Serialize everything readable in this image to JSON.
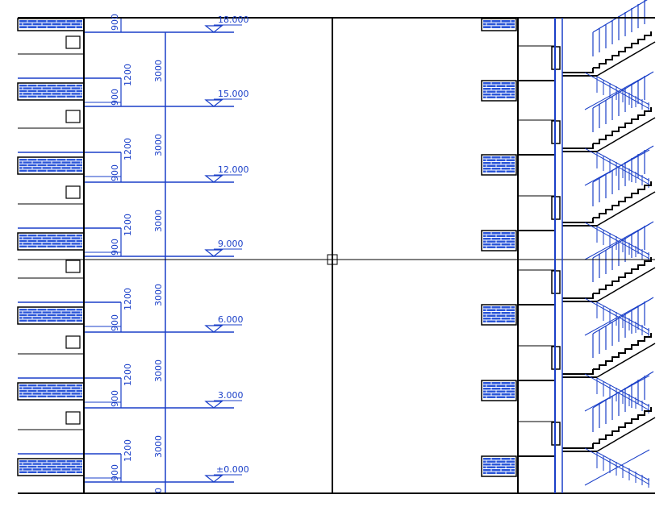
{
  "drawing": {
    "elevations": [
      "18.000",
      "15.000",
      "12.000",
      "9.000",
      "6.000",
      "3.000",
      "±0.000"
    ],
    "storey_height_label": "3000",
    "sill_height_label": "900",
    "window_height_label": "1200",
    "base_label": "0"
  },
  "colors": {
    "blue": "#1a3fc8",
    "black": "#000000",
    "brick_fill": "#2a55d8"
  }
}
